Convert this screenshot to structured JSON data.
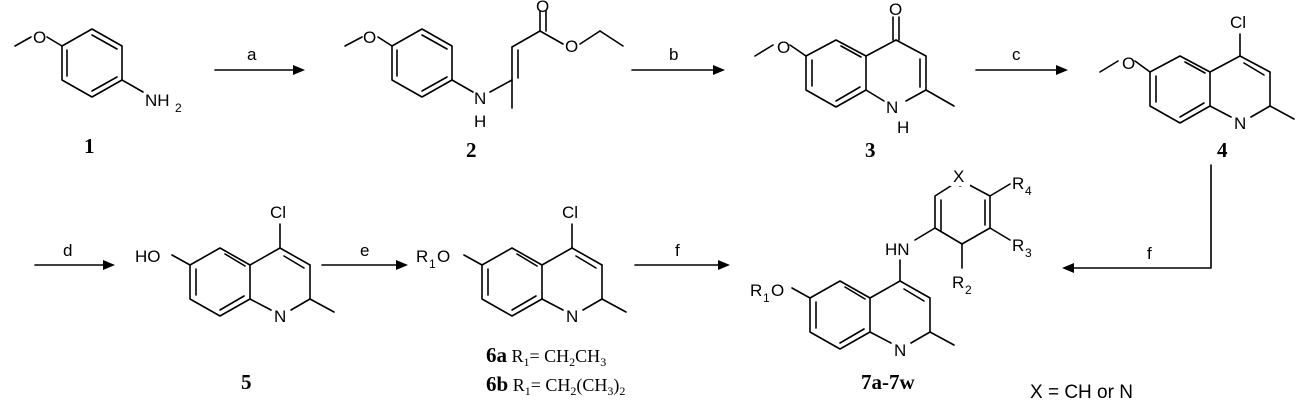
{
  "atoms": {
    "O": "O",
    "N": "N",
    "NH": "NH",
    "H": "H",
    "HN": "HN",
    "HO": "HO",
    "Cl": "Cl",
    "X": "X",
    "R": "R",
    "two": "2",
    "R1": "1",
    "R2": "2",
    "R3": "3",
    "R4": "4"
  },
  "compounds": {
    "c1": "1",
    "c2": "2",
    "c3": "3",
    "c4": "4",
    "c5": "5",
    "c7": "7a-7w"
  },
  "reagents": {
    "a": "a",
    "b": "b",
    "c": "c",
    "d": "d",
    "e": "e",
    "f1": "f",
    "f2": "f"
  },
  "notes": {
    "n6a_label": "6a",
    "n6a_text": " R",
    "n6a_sub": "1",
    "n6a_eq": "= CH",
    "n6a_s1": "2",
    "n6a_rest": "CH",
    "n6a_s2": "3",
    "n6b_label": "6b",
    "n6b_text": " R",
    "n6b_sub": "1",
    "n6b_eq": "= CH",
    "n6b_s1": "2",
    "n6b_rest": "(CH",
    "n6b_s2": "3",
    "n6b_close": ")",
    "n6b_s3": "2",
    "x_note": "X = CH or N"
  }
}
